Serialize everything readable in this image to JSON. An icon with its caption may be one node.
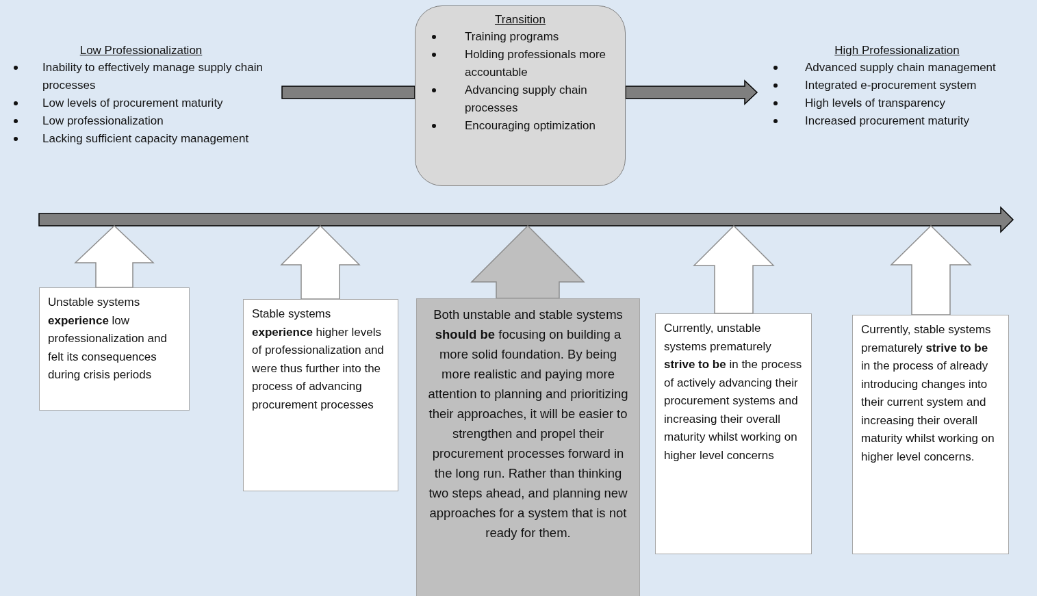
{
  "diagram": {
    "nodes": [
      {
        "text": [
          "Low Professionalization",
          "Inability to effectively manage supply chain processes",
          "Low levels of procurement maturity",
          "Low professionalization",
          "Lacking sufficient capacity management"
        ]
      },
      {
        "text": [
          "Transition",
          "Training programs",
          "Holding professionals more accountable",
          "Advancing supply chain processes",
          "Encouraging optimization"
        ]
      },
      {
        "text": [
          "High Professionalization",
          "Advanced supply chain management",
          "Integrated e-procurement system",
          "High levels of transparency",
          "Increased procurement maturity"
        ]
      },
      {
        "text": [],
        "shape": "bar"
      },
      {
        "text": [
          "Unstable systems **experience** low professionalization and felt its consequences during crisis periods"
        ]
      },
      {
        "text": [
          "Stable systems **experience** higher levels of professionalization and were thus further into the process of advancing procurement processes"
        ]
      },
      {
        "text": [
          "Both unstable and stable systems **should be** focusing on building a more solid foundation. By being more realistic and paying more attention to planning and prioritizing their approaches, it will be easier to strengthen and propel their procurement processes forward in the long run. Rather than thinking two steps ahead, and planning new approaches for a system that is not ready for them."
        ]
      },
      {
        "text": [
          "Currently, unstable systems prematurely **strive to be** in the process of actively advancing their procurement systems and increasing their overall maturity whilst working on higher level concerns"
        ]
      },
      {
        "text": [
          "Currently, stable systems prematurely **strive to be** in the process of already introducing changes into their current system and increasing their overall maturity whilst working on higher level concerns."
        ]
      }
    ],
    "edges": [
      {
        "from": 0,
        "to": 1,
        "arrow": "none",
        "color": "#7f7f7f"
      },
      {
        "from": 1,
        "to": 2,
        "arrow": "to",
        "color": "#7f7f7f"
      },
      {
        "from": 4,
        "to": 3,
        "arrow": "to"
      },
      {
        "from": 5,
        "to": 3,
        "arrow": "to"
      },
      {
        "from": 6,
        "to": 3,
        "arrow": "to",
        "color": "#bfbfbf"
      },
      {
        "from": 7,
        "to": 3,
        "arrow": "to"
      },
      {
        "from": 8,
        "to": 3,
        "arrow": "to"
      }
    ]
  }
}
